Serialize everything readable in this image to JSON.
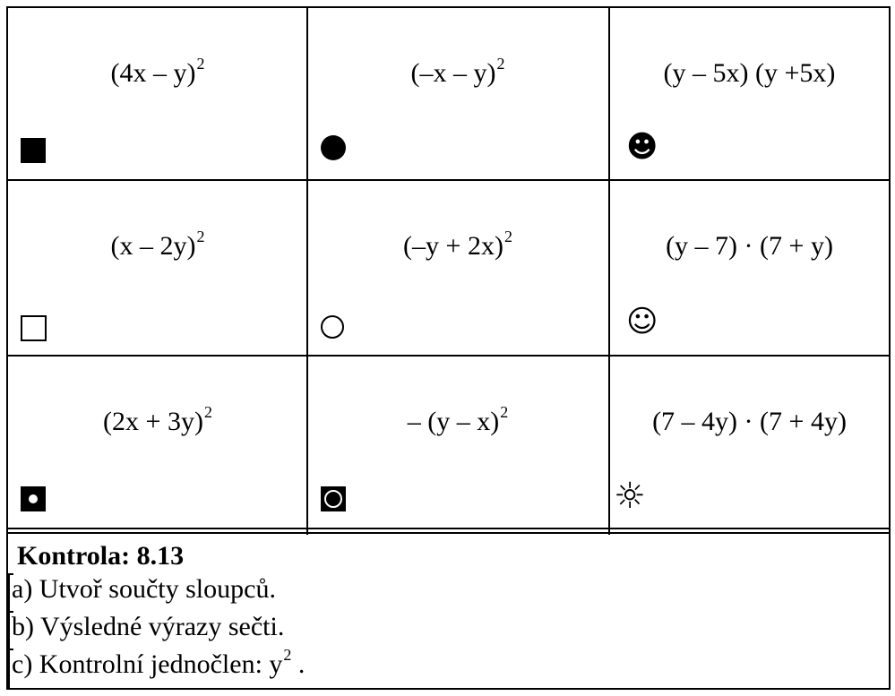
{
  "grid": [
    [
      {
        "base": "(4x – y)",
        "sup": "2",
        "symbol": "filled-square-icon"
      },
      {
        "base": "(–x – y)",
        "sup": "2",
        "symbol": "filled-circle-icon"
      },
      {
        "base": "(y – 5x) (y +5x)",
        "sup": "",
        "symbol": "smiley-black-icon",
        "glyph": "☻"
      }
    ],
    [
      {
        "base": "(x – 2y)",
        "sup": "2",
        "symbol": "empty-square-icon"
      },
      {
        "base": "(–y + 2x)",
        "sup": "2",
        "symbol": "empty-circle-icon"
      },
      {
        "base": "(y – 7) · (7 + y)",
        "sup": "",
        "symbol": "smiley-white-icon",
        "glyph": "☺"
      }
    ],
    [
      {
        "base": "(2x + 3y)",
        "sup": "2",
        "symbol": "square-dot-icon"
      },
      {
        "base": "– (y – x)",
        "sup": "2",
        "symbol": "square-ring-icon"
      },
      {
        "base": "(7 – 4y) · (7 + 4y)",
        "sup": "",
        "symbol": "sun-icon",
        "glyph": "☼"
      }
    ]
  ],
  "footer": {
    "title": "Kontrola:  8.13",
    "line_a": "a) Utvoř součty sloupců.",
    "line_b": "b) Výsledné výrazy sečti.",
    "line_c_base": "c) Kontrolní jednočlen: y",
    "line_c_sup": "2",
    "line_c_tail": " ."
  }
}
